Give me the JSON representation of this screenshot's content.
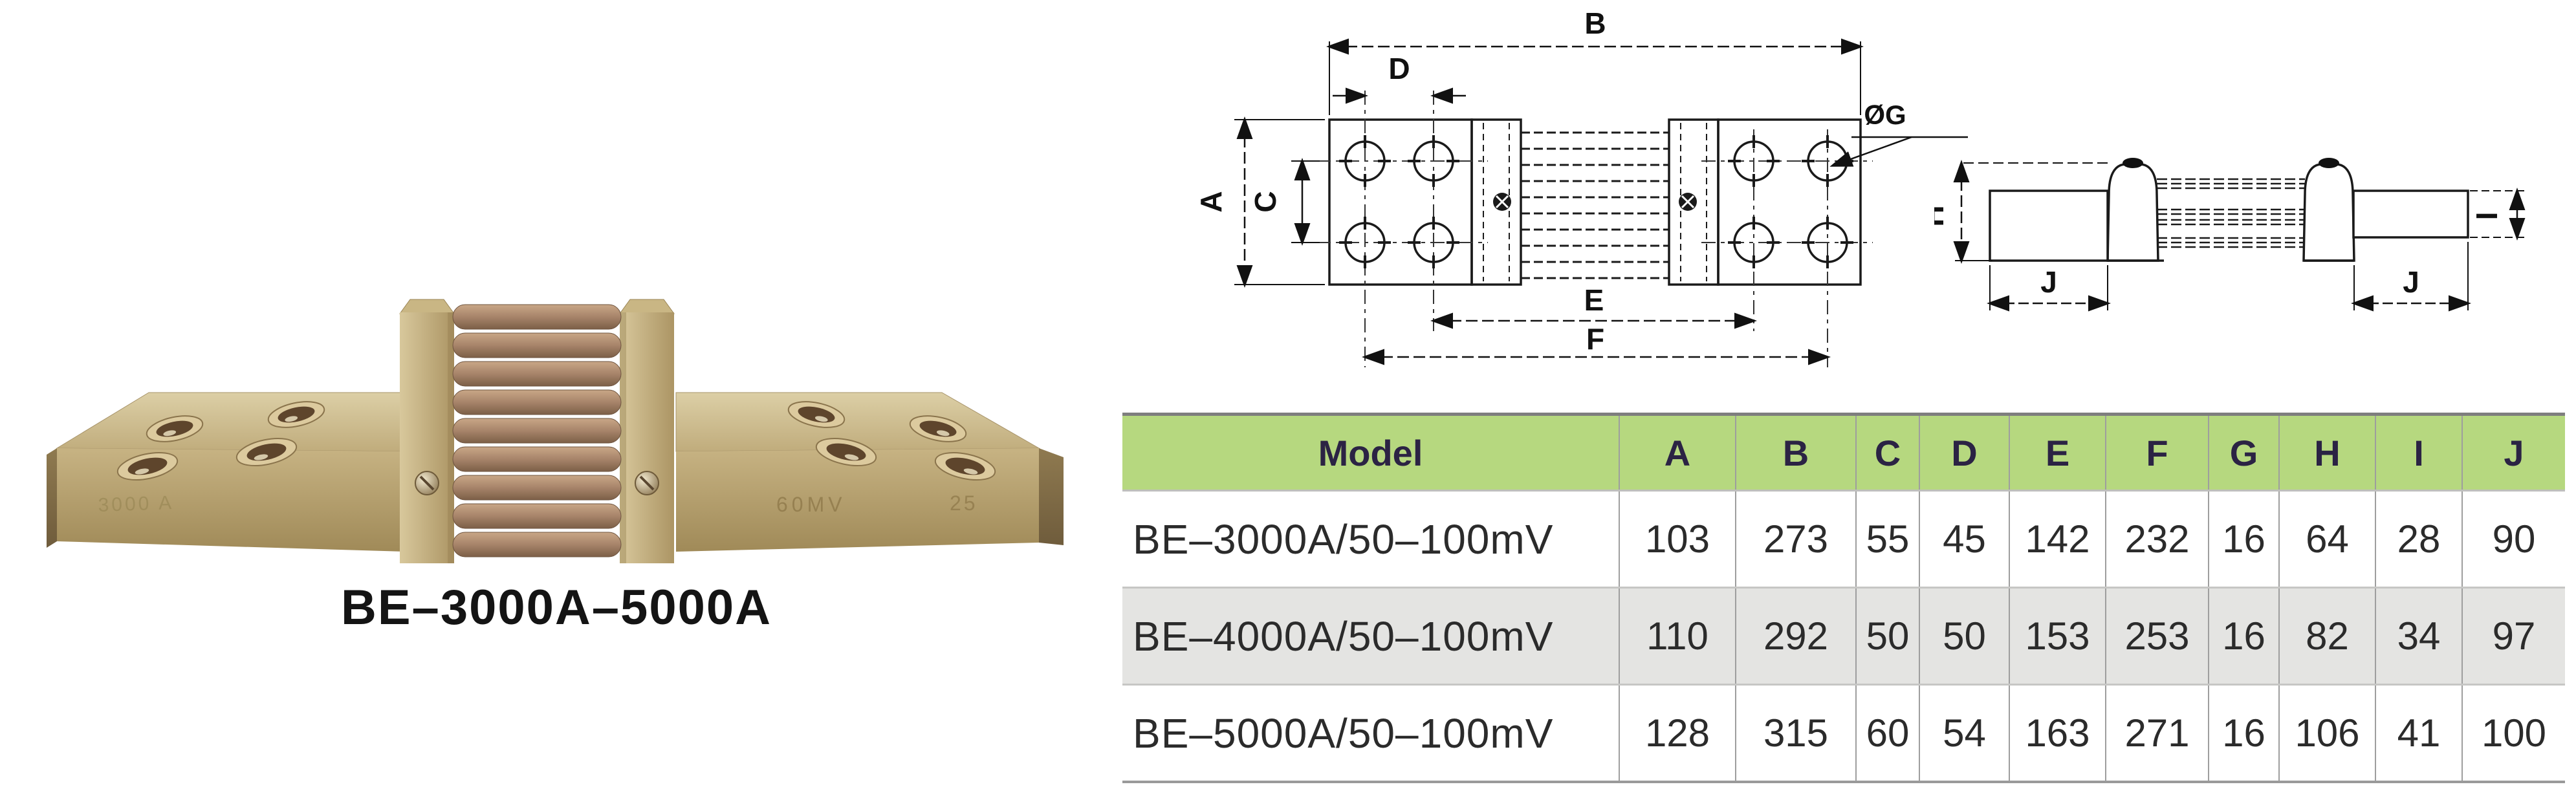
{
  "product": {
    "caption": "BE–3000A–5000A",
    "engravings": {
      "block_left": "3000 A",
      "block_right_mv": "60MV",
      "block_right_num": "25"
    }
  },
  "diagrams": {
    "front": {
      "labels": {
        "a": "A",
        "b": "B",
        "c": "C",
        "d": "D",
        "e": "E",
        "f": "F",
        "g": "ØG"
      }
    },
    "side": {
      "labels": {
        "h": "H",
        "i": "I",
        "j_left": "J",
        "j_right": "J"
      }
    }
  },
  "table": {
    "headers": [
      "Model",
      "A",
      "B",
      "C",
      "D",
      "E",
      "F",
      "G",
      "H",
      "I",
      "J"
    ],
    "rows": [
      {
        "model": "BE–3000A/50–100mV",
        "values": [
          "103",
          "273",
          "55",
          "45",
          "142",
          "232",
          "16",
          "64",
          "28",
          "90"
        ]
      },
      {
        "model": "BE–4000A/50–100mV",
        "values": [
          "110",
          "292",
          "50",
          "50",
          "153",
          "253",
          "16",
          "82",
          "34",
          "97"
        ]
      },
      {
        "model": "BE–5000A/50–100mV",
        "values": [
          "128",
          "315",
          "60",
          "54",
          "163",
          "271",
          "16",
          "106",
          "41",
          "100"
        ]
      }
    ]
  },
  "colors": {
    "table_header_bg": "#b6d87f",
    "table_alt_row_bg": "#e4e4e2",
    "table_grid": "#9e9e9e",
    "table_header_text": "#2b2344",
    "body_text": "#2b2b2b",
    "diagram_line": "#1a1a1a",
    "brass_light": "#dccfa6",
    "brass_mid": "#c7b383",
    "brass_dark": "#8f7a50",
    "copper_rod": "#a7846a"
  }
}
